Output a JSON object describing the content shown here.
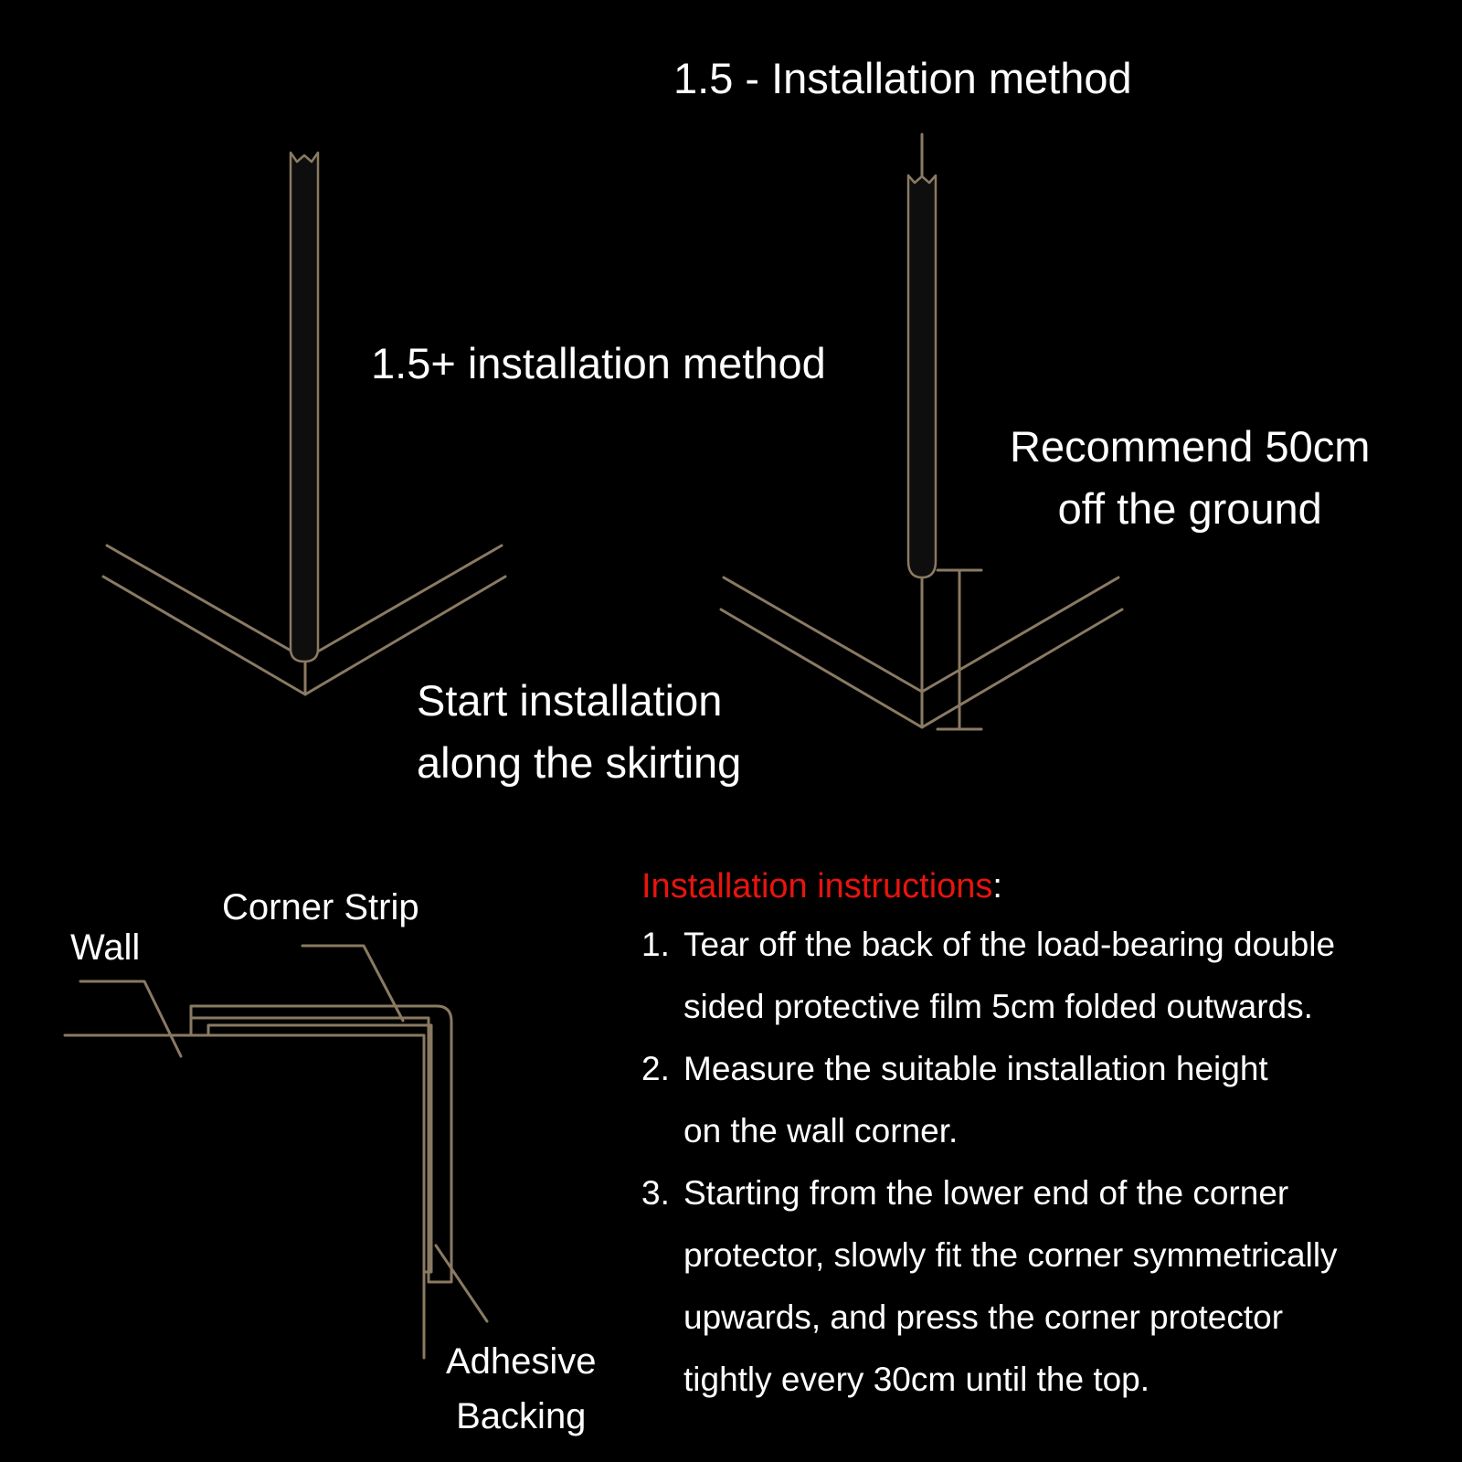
{
  "titles": {
    "minus_method": "1.5 - Installation method",
    "plus_method": "1.5+ installation method"
  },
  "notes": {
    "recommend_line1": "Recommend 50cm",
    "recommend_line2": "off the ground",
    "start_line1": "Start installation",
    "start_line2": "along the skirting"
  },
  "cross_section": {
    "corner_strip": "Corner Strip",
    "wall": "Wall",
    "adhesive_line1": "Adhesive",
    "adhesive_line2": "Backing"
  },
  "instructions": {
    "heading": "Installation instructions",
    "heading_suffix": ":",
    "steps": [
      {
        "num": "1.",
        "lines": [
          "Tear off the back of the load-bearing double",
          "sided protective film 5cm folded outwards."
        ]
      },
      {
        "num": "2.",
        "lines": [
          "Measure the suitable installation height",
          "on the wall corner."
        ]
      },
      {
        "num": "3.",
        "lines": [
          "Starting from the lower end of the corner",
          "protector, slowly fit the corner symmetrically",
          "upwards, and press the corner protector",
          "tightly every 30cm until the top."
        ]
      }
    ]
  },
  "colors": {
    "background": "#000000",
    "line": "#8a7a62",
    "text": "#ffffff",
    "heading_accent": "#e8140f"
  }
}
